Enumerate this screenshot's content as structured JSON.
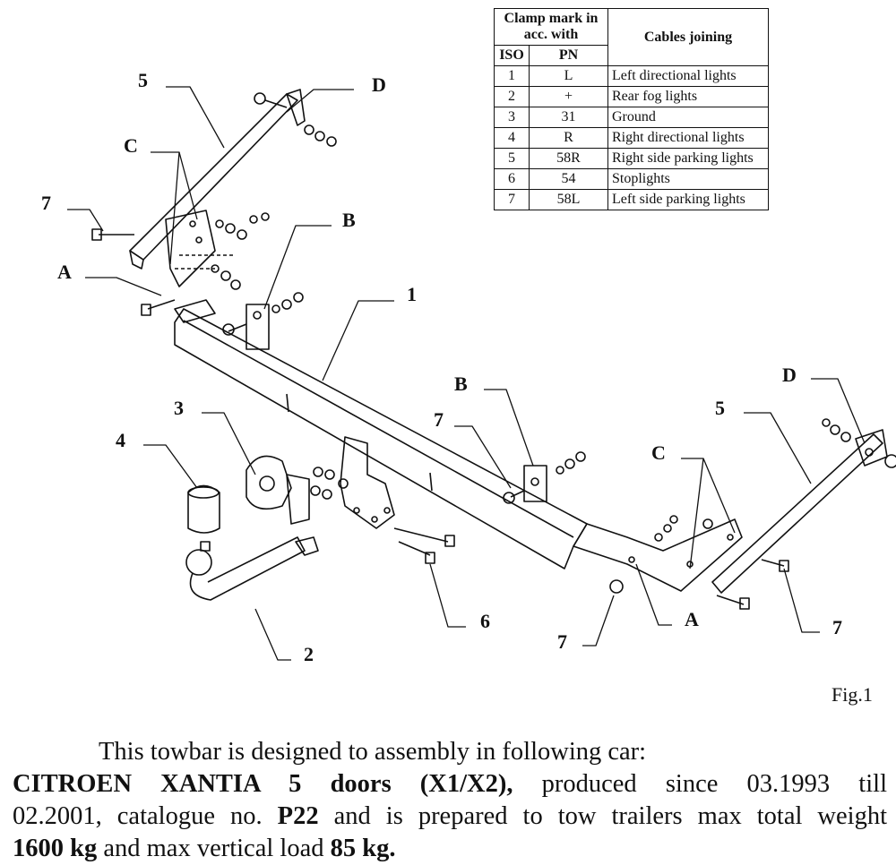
{
  "table": {
    "header_clamp": "Clamp mark in acc. with",
    "header_cables": "Cables joining",
    "header_iso": "ISO",
    "header_pn": "PN",
    "rows": [
      {
        "iso": "1",
        "pn": "L",
        "cable": "Left directional lights"
      },
      {
        "iso": "2",
        "pn": "+",
        "cable": "Rear fog lights"
      },
      {
        "iso": "3",
        "pn": "31",
        "cable": "Ground"
      },
      {
        "iso": "4",
        "pn": "R",
        "cable": "Right directional lights"
      },
      {
        "iso": "5",
        "pn": "58R",
        "cable": "Right side parking lights"
      },
      {
        "iso": "6",
        "pn": "54",
        "cable": "Stoplights"
      },
      {
        "iso": "7",
        "pn": "58L",
        "cable": "Left side parking lights"
      }
    ]
  },
  "labels": {
    "five_left": "5",
    "d_left": "D",
    "c_left": "C",
    "seven_left": "7",
    "a_left": "A",
    "b_left": "B",
    "one": "1",
    "three": "3",
    "four": "4",
    "b_right": "B",
    "seven_mid": "7",
    "d_right": "D",
    "five_right": "5",
    "c_right": "C",
    "six": "6",
    "two": "2",
    "a_right": "A",
    "seven_bottom": "7",
    "seven_right": "7"
  },
  "figure_caption": "Fig.1",
  "description": {
    "line1": "This towbar is designed to assembly in following car:",
    "car_bold": "CITROEN XANTIA 5 doors (X1/X2),",
    "car_rest": " produced since 03.1993 till",
    "line3_a": "02.2001, catalogue no. ",
    "catalogue_bold": "P22",
    "line3_b": " and is prepared to tow trailers max total weight",
    "weight_bold": "1600 kg",
    "line4_mid": " and max vertical load ",
    "load_bold": "85 kg."
  }
}
